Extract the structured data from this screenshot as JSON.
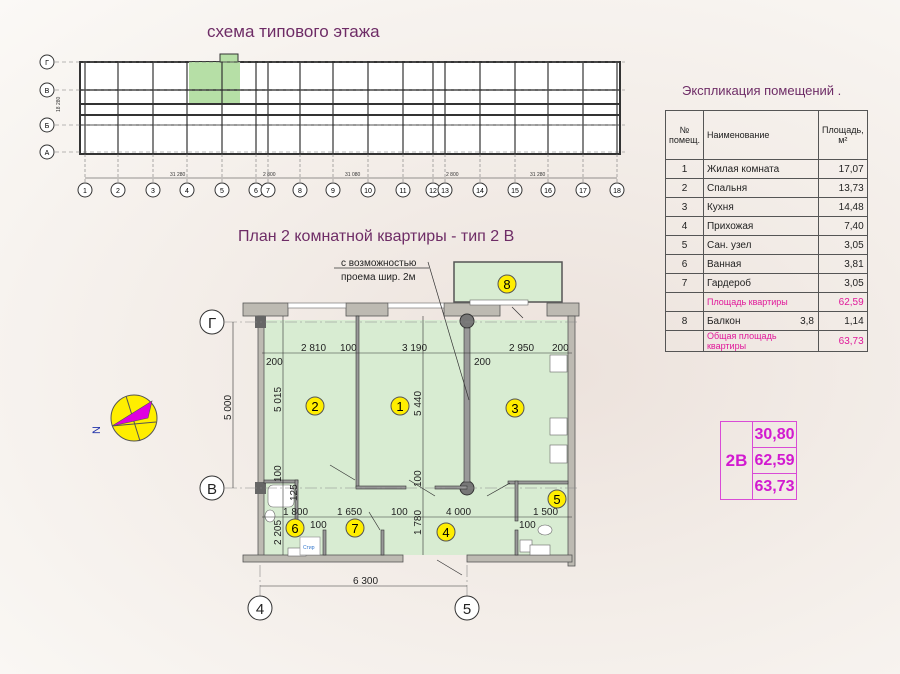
{
  "floor_scheme": {
    "title": "схема типового этажа",
    "row_axes": [
      "Г",
      "В",
      "Б",
      "А"
    ],
    "column_axes": [
      "1",
      "2",
      "3",
      "4",
      "5",
      "6",
      "7",
      "8",
      "9",
      "10",
      "11",
      "12",
      "13",
      "14",
      "15",
      "16",
      "17",
      "18"
    ],
    "dimensions": [
      "31 280",
      "2 800",
      "31 080",
      "2 800",
      "31 280"
    ],
    "height_dimension": "18 280"
  },
  "plan": {
    "title": "План  2 комнатной квартиры - тип 2 В",
    "note_line1": "с возможностью",
    "note_line2": "проема шир. 2м",
    "axes": {
      "top": "Г",
      "middle": "В",
      "left": "4",
      "right": "5"
    },
    "room_numbers": [
      "1",
      "2",
      "3",
      "4",
      "5",
      "6",
      "7",
      "8"
    ],
    "dimensions": {
      "d2810": "2 810",
      "d100a": "100",
      "d3190": "3 190",
      "d2950": "2 950",
      "d200a": "200",
      "d200b": "200",
      "d200c": "200",
      "d5015": "5 015",
      "d5440": "5 440",
      "d5000": "5 000",
      "d100b": "100",
      "d125": "125",
      "d100c": "100",
      "d1800": "1 800",
      "d1650": "1 650",
      "d100d": "100",
      "d4000": "4 000",
      "d1500": "1 500",
      "d100e": "100",
      "d100f": "100",
      "d2205": "2 205",
      "d1780": "1 780",
      "d6300": "6 300",
      "stir": "Стир"
    }
  },
  "compass": {
    "label": "N",
    "colors": {
      "fill": "#ffee00",
      "arrow": "#e000e0"
    }
  },
  "explication": {
    "title": "Экспликация помещений .",
    "headers": {
      "num": "№ помещ.",
      "name": "Наименование",
      "area": "Площадь, м²"
    },
    "rows": [
      {
        "num": "1",
        "name": "Жилая комната",
        "area": "17,07"
      },
      {
        "num": "2",
        "name": "Спальня",
        "area": "13,73"
      },
      {
        "num": "3",
        "name": "Кухня",
        "area": "14,48"
      },
      {
        "num": "4",
        "name": "Прихожая",
        "area": "7,40"
      },
      {
        "num": "5",
        "name": "Сан. узел",
        "area": "3,05"
      },
      {
        "num": "6",
        "name": "Ванная",
        "area": "3,81"
      },
      {
        "num": "7",
        "name": "Гардероб",
        "area": "3,05"
      }
    ],
    "apartment_area_label": "Площадь квартиры",
    "apartment_area": "62,59",
    "balcony": {
      "num": "8",
      "name": "Балкон",
      "coef": "3,8",
      "area": "1,14"
    },
    "total_area_label": "Общая площадь квартиры",
    "total_area": "63,73"
  },
  "badge": {
    "type": "2В",
    "values": [
      "30,80",
      "62,59",
      "63,73"
    ],
    "color": "#d21ad0"
  }
}
